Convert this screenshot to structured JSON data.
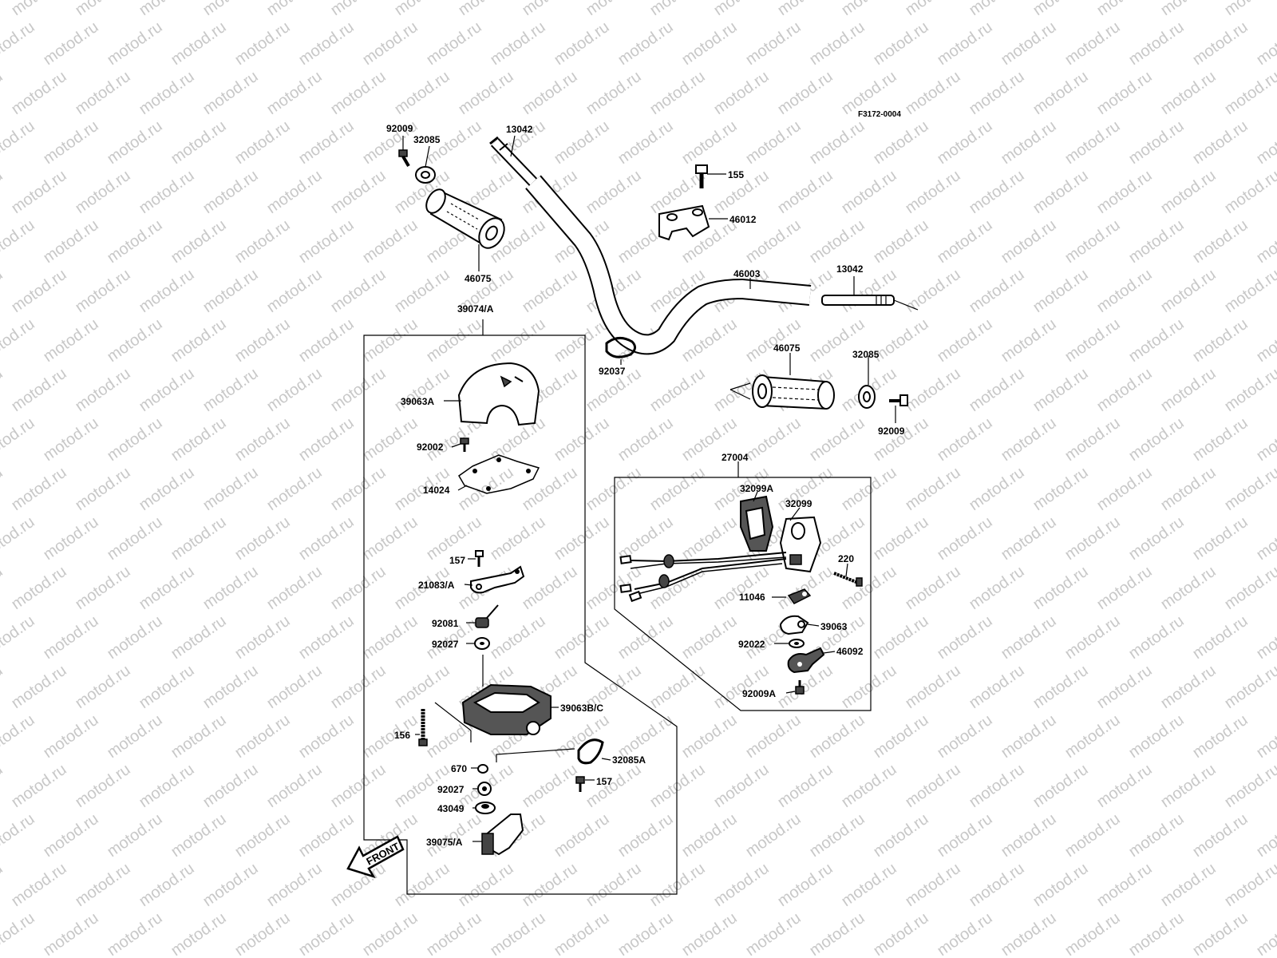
{
  "diagram_code": "F3172-0004",
  "watermark": "motod.ru",
  "front_label": "FRONT",
  "labels": {
    "p92009_left": "92009",
    "p32085_left": "32085",
    "p13042_left": "13042",
    "p155": "155",
    "p46012": "46012",
    "p46075_left": "46075",
    "p46003": "46003",
    "p13042_right": "13042",
    "p39074A": "39074/A",
    "p92037": "92037",
    "p46075_right": "46075",
    "p32085_right": "32085",
    "p92009_right": "92009",
    "p39063A": "39063A",
    "p92002": "92002",
    "p14024": "14024",
    "p27004": "27004",
    "p32099A": "32099A",
    "p32099": "32099",
    "p220": "220",
    "p11046": "11046",
    "p39063": "39063",
    "p92022": "92022",
    "p46092": "46092",
    "p92009A": "92009A",
    "p157_top": "157",
    "p21083A": "21083/A",
    "p92081": "92081",
    "p92027_top": "92027",
    "p39063BC": "39063B/C",
    "p156": "156",
    "p32085A": "32085A",
    "p670": "670",
    "p157_bottom": "157",
    "p92027_bottom": "92027",
    "p43049": "43049",
    "p39075A": "39075/A"
  }
}
